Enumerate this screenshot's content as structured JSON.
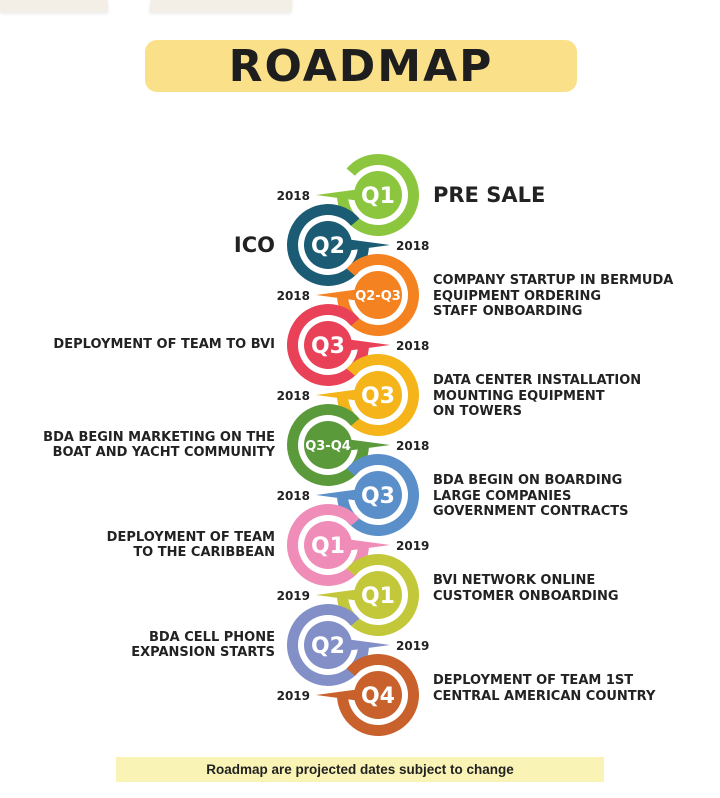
{
  "title": "ROADMAP",
  "footer_note": "Roadmap are projected dates subject to change",
  "milestones": [
    {
      "quarter": "Q1",
      "year": "2018",
      "side": "right",
      "color": "#8cc63f",
      "text": "PRE SALE",
      "big": true
    },
    {
      "quarter": "Q2",
      "year": "2018",
      "side": "left",
      "color": "#1b5b73",
      "text": "ICO",
      "big": true
    },
    {
      "quarter": "Q2-Q3",
      "year": "2018",
      "side": "right",
      "color": "#f58220",
      "text": "COMPANY STARTUP IN BERMUDA\nEQUIPMENT ORDERING\nSTAFF ONBOARDING"
    },
    {
      "quarter": "Q3",
      "year": "2018",
      "side": "left",
      "color": "#e94258",
      "text": "DEPLOYMENT OF TEAM TO BVI"
    },
    {
      "quarter": "Q3",
      "year": "2018",
      "side": "right",
      "color": "#f4b41a",
      "text": "DATA CENTER INSTALLATION\nMOUNTING EQUIPMENT\nON TOWERS"
    },
    {
      "quarter": "Q3-Q4",
      "year": "2018",
      "side": "left",
      "color": "#5a9a3b",
      "text": "BDA BEGIN MARKETING ON THE\nBOAT AND YACHT COMMUNITY"
    },
    {
      "quarter": "Q3",
      "year": "2018",
      "side": "right",
      "color": "#5b8fc9",
      "text": "BDA BEGIN ON BOARDING\nLARGE COMPANIES\nGOVERNMENT CONTRACTS"
    },
    {
      "quarter": "Q1",
      "year": "2019",
      "side": "left",
      "color": "#ef8cb8",
      "text": "DEPLOYMENT OF TEAM\nTO THE CARIBBEAN"
    },
    {
      "quarter": "Q1",
      "year": "2019",
      "side": "right",
      "color": "#c3c83a",
      "text": "BVI NETWORK ONLINE\nCUSTOMER ONBOARDING"
    },
    {
      "quarter": "Q2",
      "year": "2019",
      "side": "left",
      "color": "#8390c8",
      "text": "BDA CELL PHONE\nEXPANSION STARTS"
    },
    {
      "quarter": "Q4",
      "year": "2019",
      "side": "right",
      "color": "#c8612c",
      "text": "DEPLOYMENT OF TEAM 1ST\nCENTRAL AMERICAN COUNTRY"
    }
  ]
}
